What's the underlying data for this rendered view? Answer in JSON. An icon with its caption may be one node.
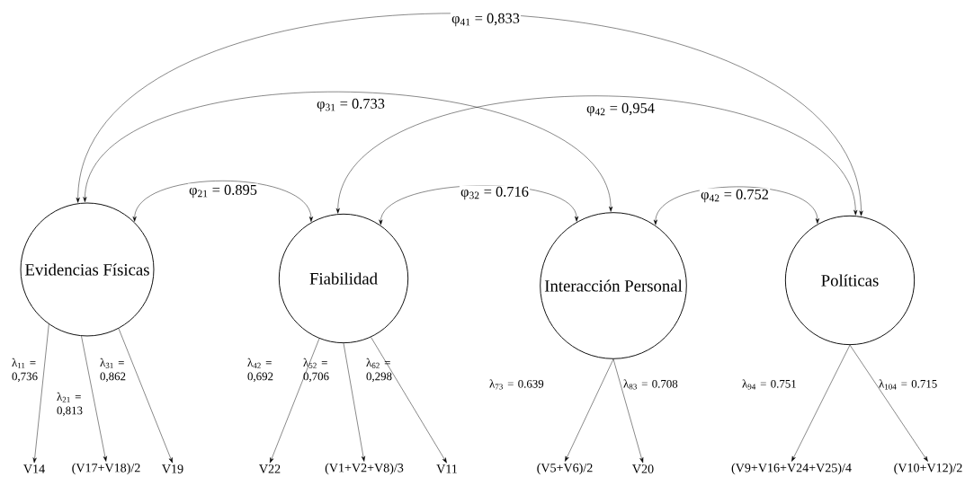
{
  "diagram": {
    "nodes": [
      {
        "text": [
          "Evidencias Físicas"
        ]
      },
      {
        "text": [
          "Fiabilidad"
        ]
      },
      {
        "text": [
          "Interacción Personal"
        ]
      },
      {
        "text": [
          "Políticas"
        ]
      },
      {
        "text": [
          "V14"
        ]
      },
      {
        "text": [
          "(V17+V18)/2"
        ]
      },
      {
        "text": [
          "V19"
        ]
      },
      {
        "text": [
          "V22"
        ]
      },
      {
        "text": [
          "(V1+V2+V8)/3"
        ]
      },
      {
        "text": [
          "V11"
        ]
      },
      {
        "text": [
          "(V5+V6)/2"
        ]
      },
      {
        "text": [
          "V20"
        ]
      },
      {
        "text": [
          "(V9+V16+V24+V25)/4"
        ]
      },
      {
        "text": [
          "(V10+V12)/2"
        ]
      }
    ],
    "edges": [
      {
        "from": 0,
        "to": 3,
        "arrow": "both",
        "label": "φ$_{41}$ = 0,833"
      },
      {
        "from": 0,
        "to": 2,
        "arrow": "both",
        "label": "φ$_{31}$ = 0.733"
      },
      {
        "from": 1,
        "to": 3,
        "arrow": "both",
        "label": "φ$_{42}$ = 0,954"
      },
      {
        "from": 0,
        "to": 1,
        "arrow": "both",
        "label": "φ$_{21}$ = 0.895"
      },
      {
        "from": 1,
        "to": 2,
        "arrow": "both",
        "label": "φ$_{32}$ = 0.716"
      },
      {
        "from": 2,
        "to": 3,
        "arrow": "both",
        "label": "φ$_{42}$ = 0.752"
      },
      {
        "from": 0,
        "to": 4,
        "arrow": "to",
        "label": "λ$_{11}$ = 0,736"
      },
      {
        "from": 0,
        "to": 5,
        "arrow": "to",
        "label": "λ$_{21}$ = 0,813"
      },
      {
        "from": 0,
        "to": 6,
        "arrow": "to",
        "label": "λ$_{31}$ = 0,862"
      },
      {
        "from": 1,
        "to": 7,
        "arrow": "to",
        "label": "λ$_{42}$ = 0,692"
      },
      {
        "from": 1,
        "to": 8,
        "arrow": "to",
        "label": "λ$_{52}$ = 0,706"
      },
      {
        "from": 1,
        "to": 9,
        "arrow": "to",
        "label": "λ$_{62}$ = 0,298"
      },
      {
        "from": 2,
        "to": 10,
        "arrow": "to",
        "label": "λ$_{73}$ = 0.639"
      },
      {
        "from": 2,
        "to": 11,
        "arrow": "to",
        "label": "λ$_{83}$ = 0.708"
      },
      {
        "from": 3,
        "to": 12,
        "arrow": "to",
        "label": "λ$_{94}$ = 0.751"
      },
      {
        "from": 3,
        "to": 13,
        "arrow": "to",
        "label": "λ$_{104}$ = 0.715"
      }
    ]
  }
}
